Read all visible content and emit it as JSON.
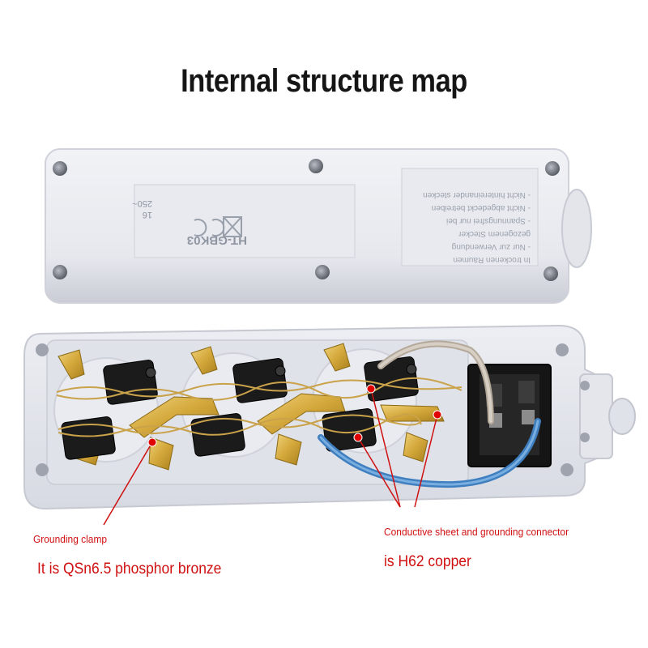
{
  "title": "Internal structure map",
  "cover_label_lines": [
    "In trockenen Räumen",
    "- Nur zur Verwendung",
    "gezogenem Stecker",
    "- Spannungsfrei nur bei",
    "- Nicht abgedeckt betreiben",
    "- Nicht hintereinander stecken"
  ],
  "cover_model": "HT-GBK03",
  "cover_ratings": [
    "16",
    "250~"
  ],
  "annotations": {
    "grounding_clamp": "Grounding clamp",
    "phosphor_bronze": "It is QSn6.5 phosphor bronze",
    "conductive_sheet": "Conductive sheet and grounding connector",
    "h62_copper": "is H62 copper"
  },
  "colors": {
    "annotation": "#d01010",
    "title": "#151515",
    "housing": "#e9ebf0",
    "brass": "#d8b042",
    "wire_blue": "#3f7fc0",
    "wire_brown": "#9a8a7a",
    "switch_body": "#1b1b1b"
  }
}
